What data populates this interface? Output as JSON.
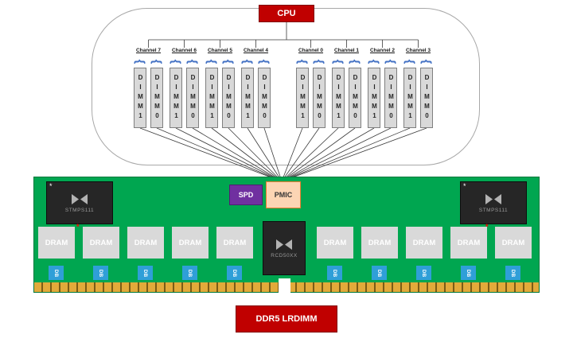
{
  "cpu": {
    "label": "CPU"
  },
  "brace_glyph": "{",
  "channels": [
    {
      "label": "Channel 7",
      "dimms": [
        "DIMM1",
        "DIMM0"
      ]
    },
    {
      "label": "Channel 6",
      "dimms": [
        "DIMM1",
        "DIMM0"
      ]
    },
    {
      "label": "Channel 5",
      "dimms": [
        "DIMM1",
        "DIMM0"
      ]
    },
    {
      "label": "Channel 4",
      "dimms": [
        "DIMM1",
        "DIMM0"
      ]
    },
    {
      "label": "Channel 0",
      "dimms": [
        "DIMM1",
        "DIMM0"
      ]
    },
    {
      "label": "Channel 1",
      "dimms": [
        "DIMM1",
        "DIMM0"
      ]
    },
    {
      "label": "Channel 2",
      "dimms": [
        "DIMM1",
        "DIMM0"
      ]
    },
    {
      "label": "Channel 3",
      "dimms": [
        "DIMM1",
        "DIMM0"
      ]
    }
  ],
  "module": {
    "spd": "SPD",
    "pmic": "PMIC",
    "rcd": "RCD50XX",
    "power_chip_left": "STMPS111",
    "power_chip_right": "STMPS111",
    "dram": "DRAM",
    "db": "DB",
    "dram_count": 10,
    "db_count": 10,
    "footnote_marker": "*"
  },
  "caption": {
    "label": "DDR5 LRDIMM"
  },
  "colors": {
    "cpu_red": "#c00000",
    "pcb_green": "#00a650",
    "spd_purple": "#7030a0",
    "pmic_fill": "#fcd5b4",
    "pmic_border": "#ed7d31",
    "db_blue": "#2f9fd8",
    "dram_gray": "#d9d9d9",
    "chip_dark": "#262626",
    "gold_edge": "#e2aa3a",
    "brace_blue": "#4472c4"
  }
}
